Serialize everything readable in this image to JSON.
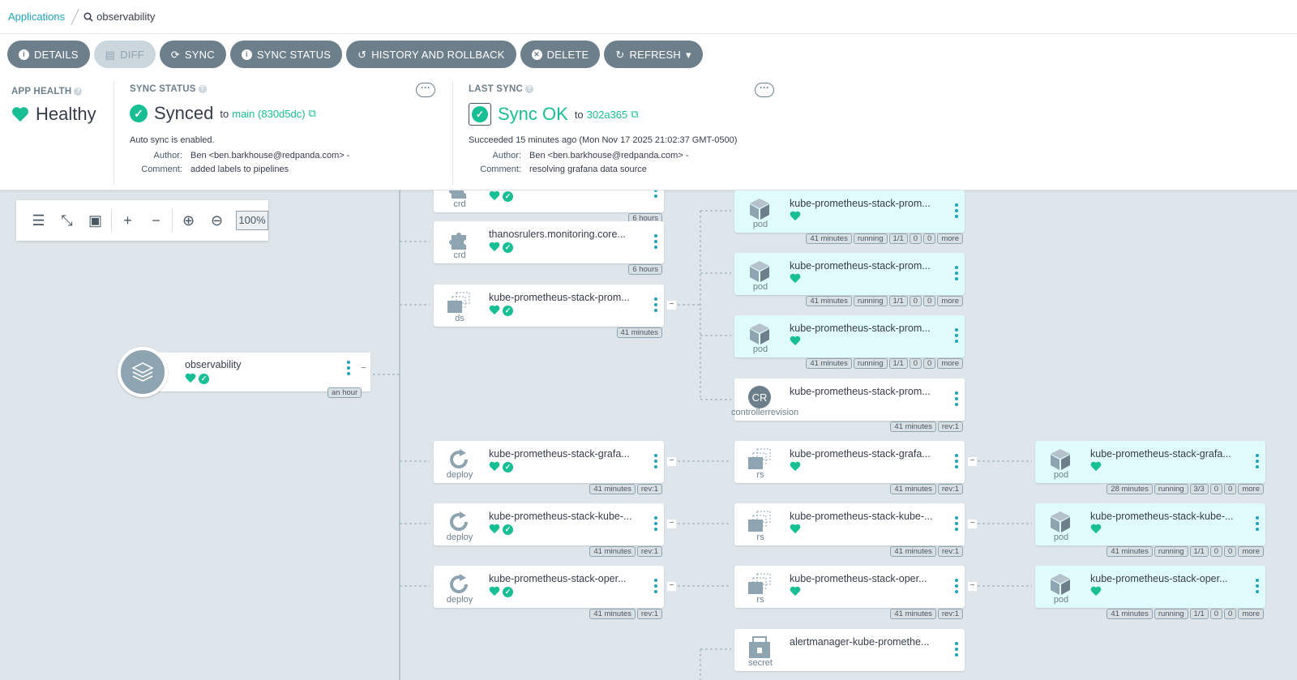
{
  "breadcrumb": {
    "root": "Applications",
    "current": "observability"
  },
  "toolbar": {
    "details": "DETAILS",
    "diff": "DIFF",
    "sync": "SYNC",
    "sync_status": "SYNC STATUS",
    "history": "HISTORY AND ROLLBACK",
    "delete": "DELETE",
    "refresh": "REFRESH"
  },
  "app_health": {
    "title": "APP HEALTH",
    "value": "Healthy"
  },
  "sync_status": {
    "title": "SYNC STATUS",
    "value": "Synced",
    "to": "to",
    "revision": "main (830d5dc)",
    "auto": "Auto sync is enabled.",
    "author_label": "Author:",
    "author": "Ben <ben.barkhouse@redpanda.com> -",
    "comment_label": "Comment:",
    "comment": "added labels to pipelines"
  },
  "last_sync": {
    "title": "LAST SYNC",
    "value": "Sync OK",
    "to": "to",
    "revision": "302a365",
    "succeeded": "Succeeded 15 minutes ago (Mon Nov 17 2025 21:02:37 GMT-0500)",
    "author_label": "Author:",
    "author": "Ben <ben.barkhouse@redpanda.com> -",
    "comment_label": "Comment:",
    "comment": "resolving grafana data source"
  },
  "zoom": {
    "value": "100%"
  },
  "root_node": {
    "name": "observability",
    "age": "an hour"
  },
  "nodes": [
    {
      "name": "",
      "kind": "crd",
      "tags": [
        "6 hours"
      ]
    },
    {
      "name": "thanosrulers.monitoring.core...",
      "kind": "crd",
      "tags": [
        "6 hours"
      ]
    },
    {
      "name": "kube-prometheus-stack-prom...",
      "kind": "ds",
      "tags": [
        "41 minutes"
      ]
    },
    {
      "name": "kube-prometheus-stack-grafa...",
      "kind": "deploy",
      "tags": [
        "41 minutes",
        "rev:1"
      ]
    },
    {
      "name": "kube-prometheus-stack-kube-...",
      "kind": "deploy",
      "tags": [
        "41 minutes",
        "rev:1"
      ]
    },
    {
      "name": "kube-prometheus-stack-oper...",
      "kind": "deploy",
      "tags": [
        "41 minutes",
        "rev:1"
      ]
    },
    {
      "name": "kube-prometheus-stack-prom...",
      "kind": "pod",
      "tags": [
        "41 minutes",
        "running",
        "1/1",
        "0",
        "0",
        "more"
      ]
    },
    {
      "name": "kube-prometheus-stack-prom...",
      "kind": "pod",
      "tags": [
        "41 minutes",
        "running",
        "1/1",
        "0",
        "0",
        "more"
      ]
    },
    {
      "name": "kube-prometheus-stack-prom...",
      "kind": "pod",
      "tags": [
        "41 minutes",
        "running",
        "1/1",
        "0",
        "0",
        "more"
      ]
    },
    {
      "name": "kube-prometheus-stack-prom...",
      "kind": "controllerrevision",
      "icon_text": "CR",
      "tags": [
        "41 minutes",
        "rev:1"
      ]
    },
    {
      "name": "kube-prometheus-stack-grafa...",
      "kind": "rs",
      "tags": [
        "41 minutes",
        "rev:1"
      ]
    },
    {
      "name": "kube-prometheus-stack-kube-...",
      "kind": "rs",
      "tags": [
        "41 minutes",
        "rev:1"
      ]
    },
    {
      "name": "kube-prometheus-stack-oper...",
      "kind": "rs",
      "tags": [
        "41 minutes",
        "rev:1"
      ]
    },
    {
      "name": "alertmanager-kube-promethe...",
      "kind": "secret",
      "tags": []
    },
    {
      "name": "kube-prometheus-stack-grafa...",
      "kind": "pod",
      "tags": [
        "28 minutes",
        "running",
        "3/3",
        "0",
        "0",
        "more"
      ]
    },
    {
      "name": "kube-prometheus-stack-kube-...",
      "kind": "pod",
      "tags": [
        "41 minutes",
        "running",
        "1/1",
        "0",
        "0",
        "more"
      ]
    },
    {
      "name": "kube-prometheus-stack-oper...",
      "kind": "pod",
      "tags": [
        "41 minutes",
        "running",
        "1/1",
        "0",
        "0",
        "more"
      ]
    }
  ]
}
